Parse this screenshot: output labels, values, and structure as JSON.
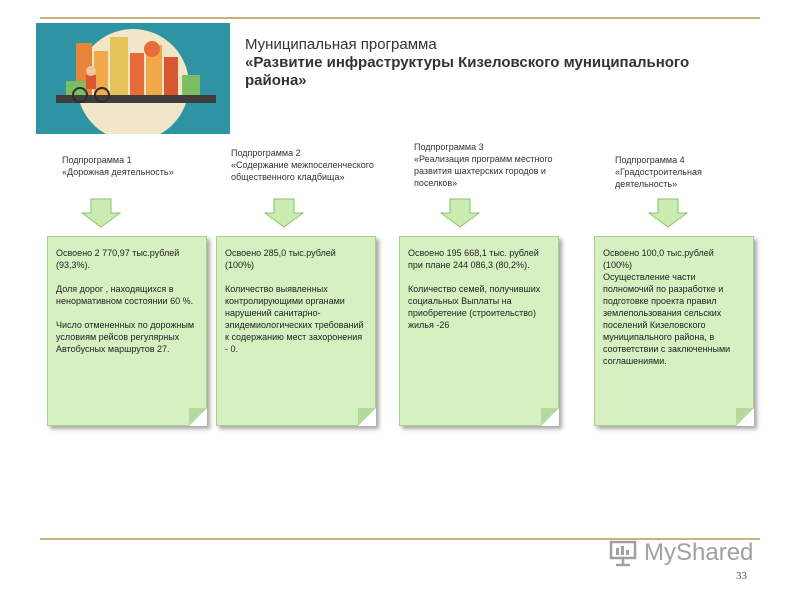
{
  "title": {
    "line1": "Муниципальная программа",
    "line2": "«Развитие инфраструктуры Кизеловского муниципального района»"
  },
  "subprograms": [
    {
      "label": "Подпрограмма 1\n«Дорожная деятельность»",
      "text": "Освоено 2 770,97 тыс.рублей (93,3%).\n\nДоля дорог , находящихся в ненормативном состоянии 60 %.\n\nЧисло отмененных по дорожным условиям рейсов регулярных Автобусных маршрутов 27."
    },
    {
      "label": "Подпрограмма 2\n«Содержание межпоселенческого общественного кладбища»",
      "text": "Освоено 285,0 тыс.рублей (100%)\n\nКоличество выявленных контролирующими органами нарушений санитарно-эпидемиологических требований к содержанию мест захоронения - 0."
    },
    {
      "label": "Подпрограмма 3\n«Реализация программ местного развития шахтерских городов и поселков»",
      "text": "Освоено 195 668,1 тыс. рублей при плане 244 086,3 (80,2%).\n\nКоличество семей, получивших социальных Выплаты на приобретение (строительство) жилья -26"
    },
    {
      "label": "Подпрограмма 4\n«Градостроительная деятельность»",
      "text": "Освоено 100,0 тыс.рублей (100%)\nОсуществление части полномочий по разработке и подготовке проекта правил землепользования сельских поселений Кизеловского муниципального района, в соответствии с заключенными соглашениями."
    }
  ],
  "watermark": "MyShared",
  "page_number": "33",
  "colors": {
    "card_bg": "#d6f0c2",
    "arrow": "#c9ecb0",
    "rule": "#c8b47a",
    "illustration_bg": "#2e93a2"
  }
}
